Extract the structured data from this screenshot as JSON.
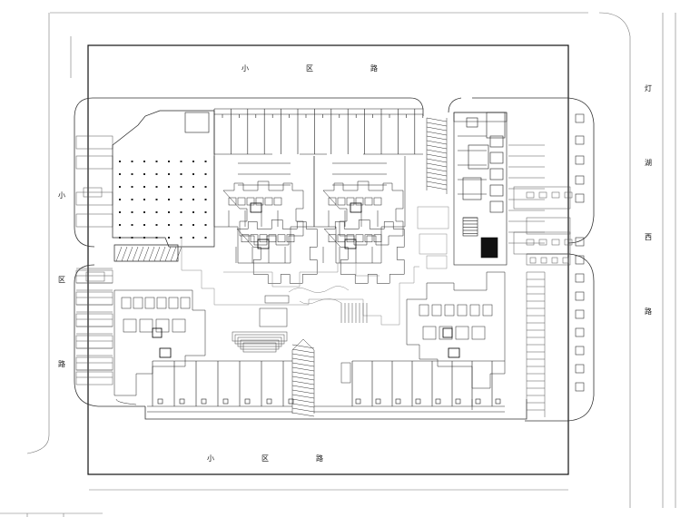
{
  "roads": {
    "top": [
      "小",
      "区",
      "路"
    ],
    "bottom": [
      "小",
      "区",
      "路"
    ],
    "left": [
      "小",
      "区",
      "路"
    ],
    "right": [
      "灯",
      "湖",
      "西",
      "路"
    ]
  },
  "colors": {
    "line": "#111111",
    "thin": "#555555",
    "light": "#999999",
    "background": "#ffffff"
  }
}
